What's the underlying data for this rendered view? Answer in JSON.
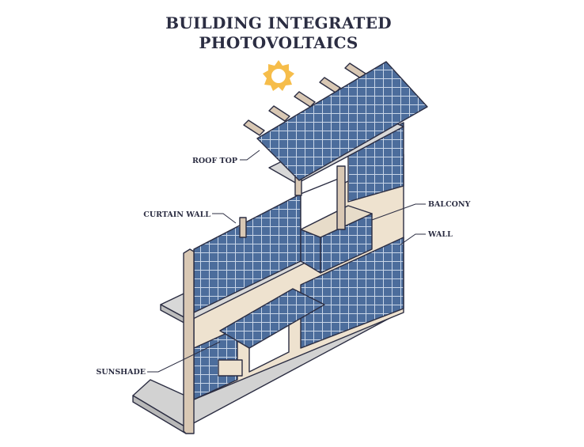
{
  "title": {
    "line1": "BUILDING INTEGRATED",
    "line2": "PHOTOVOLTAICS"
  },
  "labels": {
    "roof_top": "ROOF TOP",
    "curtain_wall": "CURTAIN WALL",
    "balcony": "BALCONY",
    "wall": "WALL",
    "sunshade": "SUNSHADE"
  },
  "colors": {
    "title": "#2b2d42",
    "panel": "#4c6d9c",
    "wall": "#eee2cf",
    "wood": "#d9c8b4",
    "sun": "#f6bd4a",
    "slab": "#cfcfcf"
  }
}
